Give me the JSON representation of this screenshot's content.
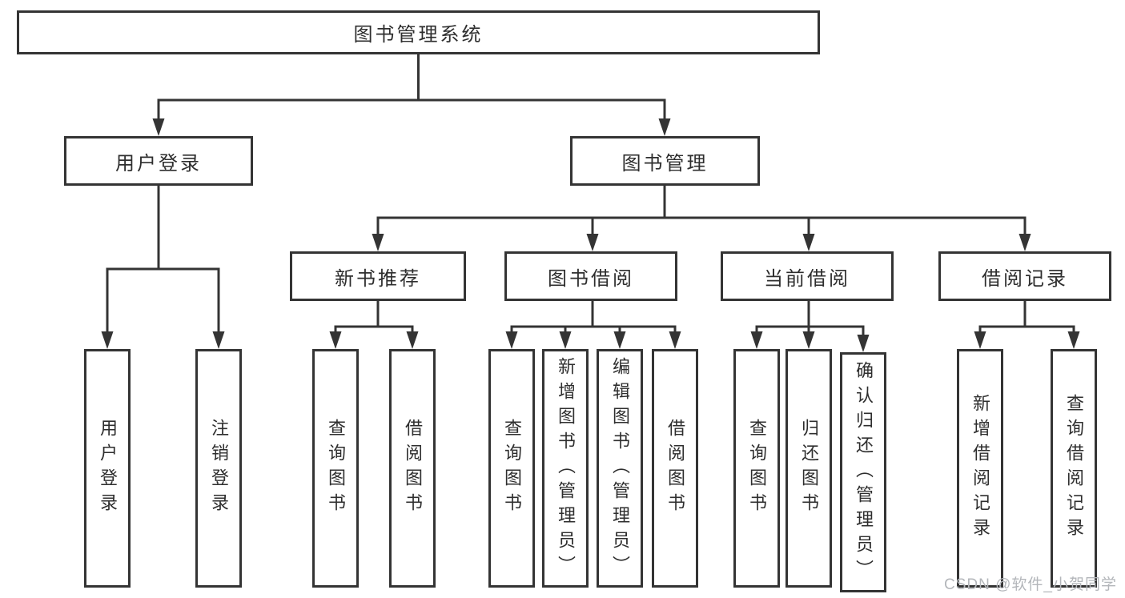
{
  "diagram": {
    "root": {
      "label": "图书管理系统"
    },
    "branches": [
      {
        "label": "用户登录",
        "children": [
          {
            "label": "用户登录"
          },
          {
            "label": "注销登录"
          }
        ]
      },
      {
        "label": "图书管理",
        "children": [
          {
            "label": "新书推荐",
            "children": [
              {
                "label": "查询图书"
              },
              {
                "label": "借阅图书"
              }
            ]
          },
          {
            "label": "图书借阅",
            "children": [
              {
                "label": "查询图书"
              },
              {
                "label": "新增图书（管理员）"
              },
              {
                "label": "编辑图书（管理员）"
              },
              {
                "label": "借阅图书"
              }
            ]
          },
          {
            "label": "当前借阅",
            "children": [
              {
                "label": "查询图书"
              },
              {
                "label": "归还图书"
              },
              {
                "label": "确认归还（管理员）"
              }
            ]
          },
          {
            "label": "借阅记录",
            "children": [
              {
                "label": "新增借阅记录"
              },
              {
                "label": "查询借阅记录"
              }
            ]
          }
        ]
      }
    ]
  },
  "watermark": {
    "text": "CSDN @软件_小贺同学"
  },
  "colors": {
    "line": "#343434",
    "box_border": "#343434",
    "text": "#2e2e2e",
    "watermark": "#b3b6ba",
    "background": "#ffffff"
  }
}
